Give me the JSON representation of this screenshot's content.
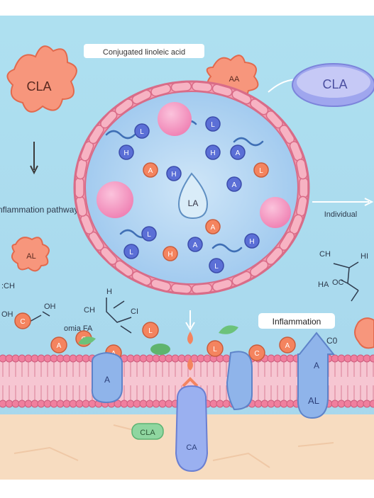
{
  "labels": {
    "title": "Conjugated linoleic acid",
    "cla_top_left": "CLA",
    "cla_capsule": "CLA",
    "aa_top": "AA",
    "inflammation_pathway": "Inflammation pathway",
    "al_left": "AL",
    "individual": "Individual",
    "inflammation": "Inflammation",
    "cla_bottom_badge": "CLA",
    "ca_channel": "CA",
    "la_center": "LA",
    "omega_fa": "omia FA",
    "ch_left": "CH",
    "ch_left2": ":CH",
    "oh_left": "OH",
    "oh_left2": "OH",
    "h_left": "H",
    "ci_left": "CI",
    "ch_right": "CH",
    "hi_right": "HI",
    "ha_right": "HA",
    "oc_right": "OC",
    "co_right": "C0",
    "al_right_protein": "AL",
    "a_right_protein": "A",
    "a_left_protein": "A"
  },
  "molecules": [
    {
      "letter": "H"
    },
    {
      "letter": "L"
    },
    {
      "letter": "A"
    },
    {
      "letter": "L"
    },
    {
      "letter": "H"
    },
    {
      "letter": "A"
    },
    {
      "letter": "L"
    },
    {
      "letter": "H"
    },
    {
      "letter": "A"
    },
    {
      "letter": "L"
    },
    {
      "letter": "H"
    },
    {
      "letter": "A"
    },
    {
      "letter": "L"
    },
    {
      "letter": "H"
    },
    {
      "letter": "A"
    },
    {
      "letter": "L"
    }
  ],
  "membrane_molecules": [
    {
      "letter": "C"
    },
    {
      "letter": "A"
    },
    {
      "letter": "C"
    },
    {
      "letter": "A"
    },
    {
      "letter": "L"
    },
    {
      "letter": "L"
    },
    {
      "letter": "C"
    },
    {
      "letter": "A"
    }
  ],
  "colors": {
    "sky": "#9fd3ea",
    "cell_fill": "#a9d4f2",
    "membrane_pink": "#f29bb0",
    "molecule_orange": "#f4845f",
    "molecule_blue": "#5b6fd6",
    "protein_blue": "#8fb4ea",
    "floor": "#f7dcc0"
  }
}
